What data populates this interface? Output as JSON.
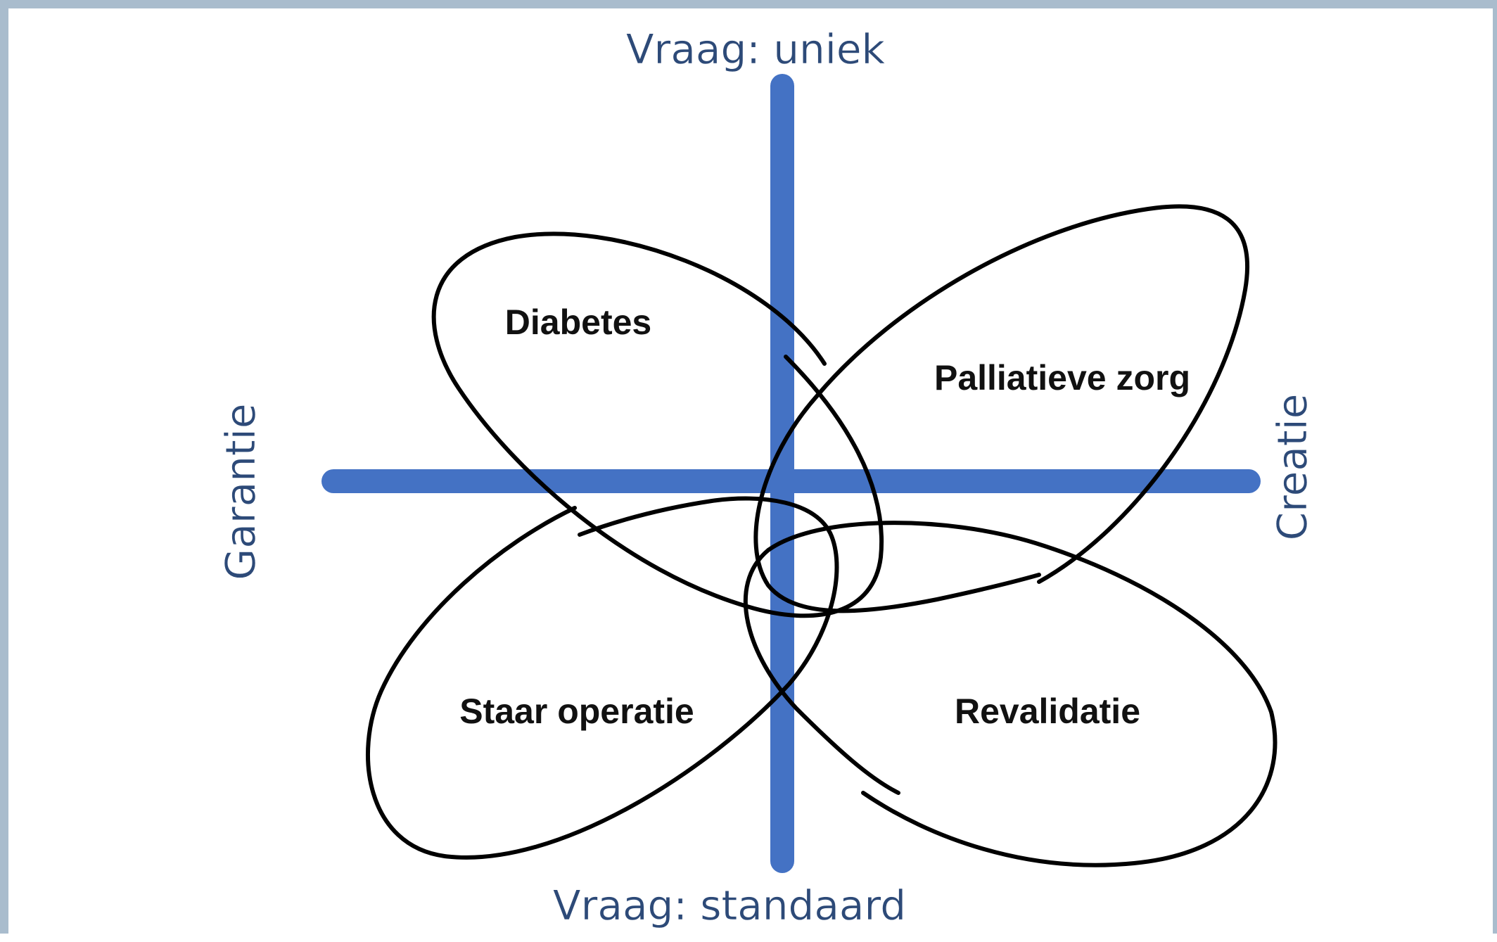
{
  "axes": {
    "top_label": "Vraag: uniek",
    "bottom_label": "Vraag: standaard",
    "left_label": "Garantie",
    "right_label": "Creatie",
    "color": "#4472c4",
    "label_color": "#2d4a78"
  },
  "petals": [
    {
      "id": "top-left",
      "label": "Diabetes"
    },
    {
      "id": "top-right",
      "label": "Palliatieve zorg"
    },
    {
      "id": "bottom-left",
      "label": "Staar operatie"
    },
    {
      "id": "bottom-right",
      "label": "Revalidatie"
    }
  ]
}
